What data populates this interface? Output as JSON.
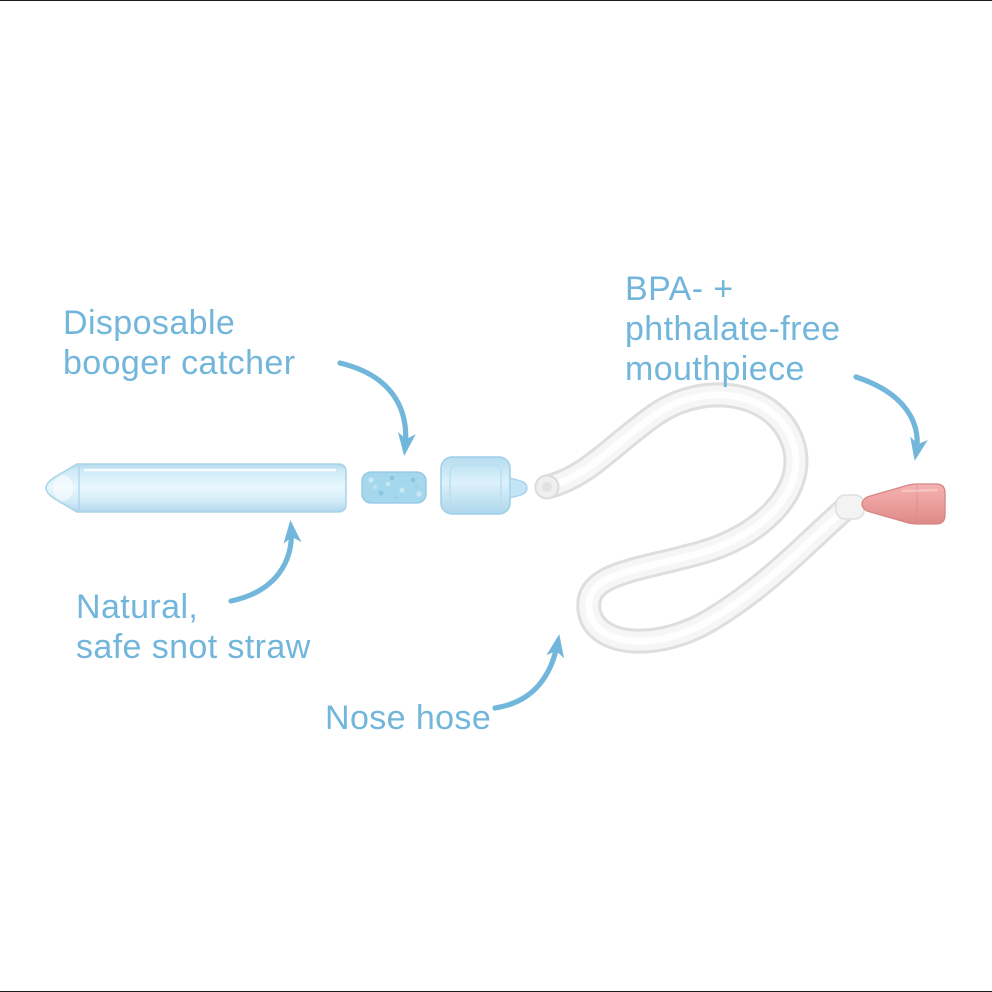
{
  "labels": {
    "booger_catcher": {
      "lines": [
        "Disposable",
        "booger catcher"
      ]
    },
    "mouthpiece": {
      "lines": [
        "BPA- +",
        "phthalate-free",
        "mouthpiece"
      ]
    },
    "snot_straw": {
      "lines": [
        "Natural,",
        "safe snot straw"
      ]
    },
    "nose_hose": {
      "lines": [
        "Nose hose"
      ]
    }
  },
  "colors": {
    "label_text": "#72b6db",
    "arrow": "#72b6db",
    "straw_blue": "#cfeaf8",
    "foam_blue": "#a6d8ed",
    "cap_blue": "#c9e7f6",
    "hose_white": "#f6f6f6",
    "hose_outline": "#dedede",
    "mouthpiece_pink": "#eda3a1",
    "background": "#ffffff",
    "frame": "#1d1d1b"
  }
}
